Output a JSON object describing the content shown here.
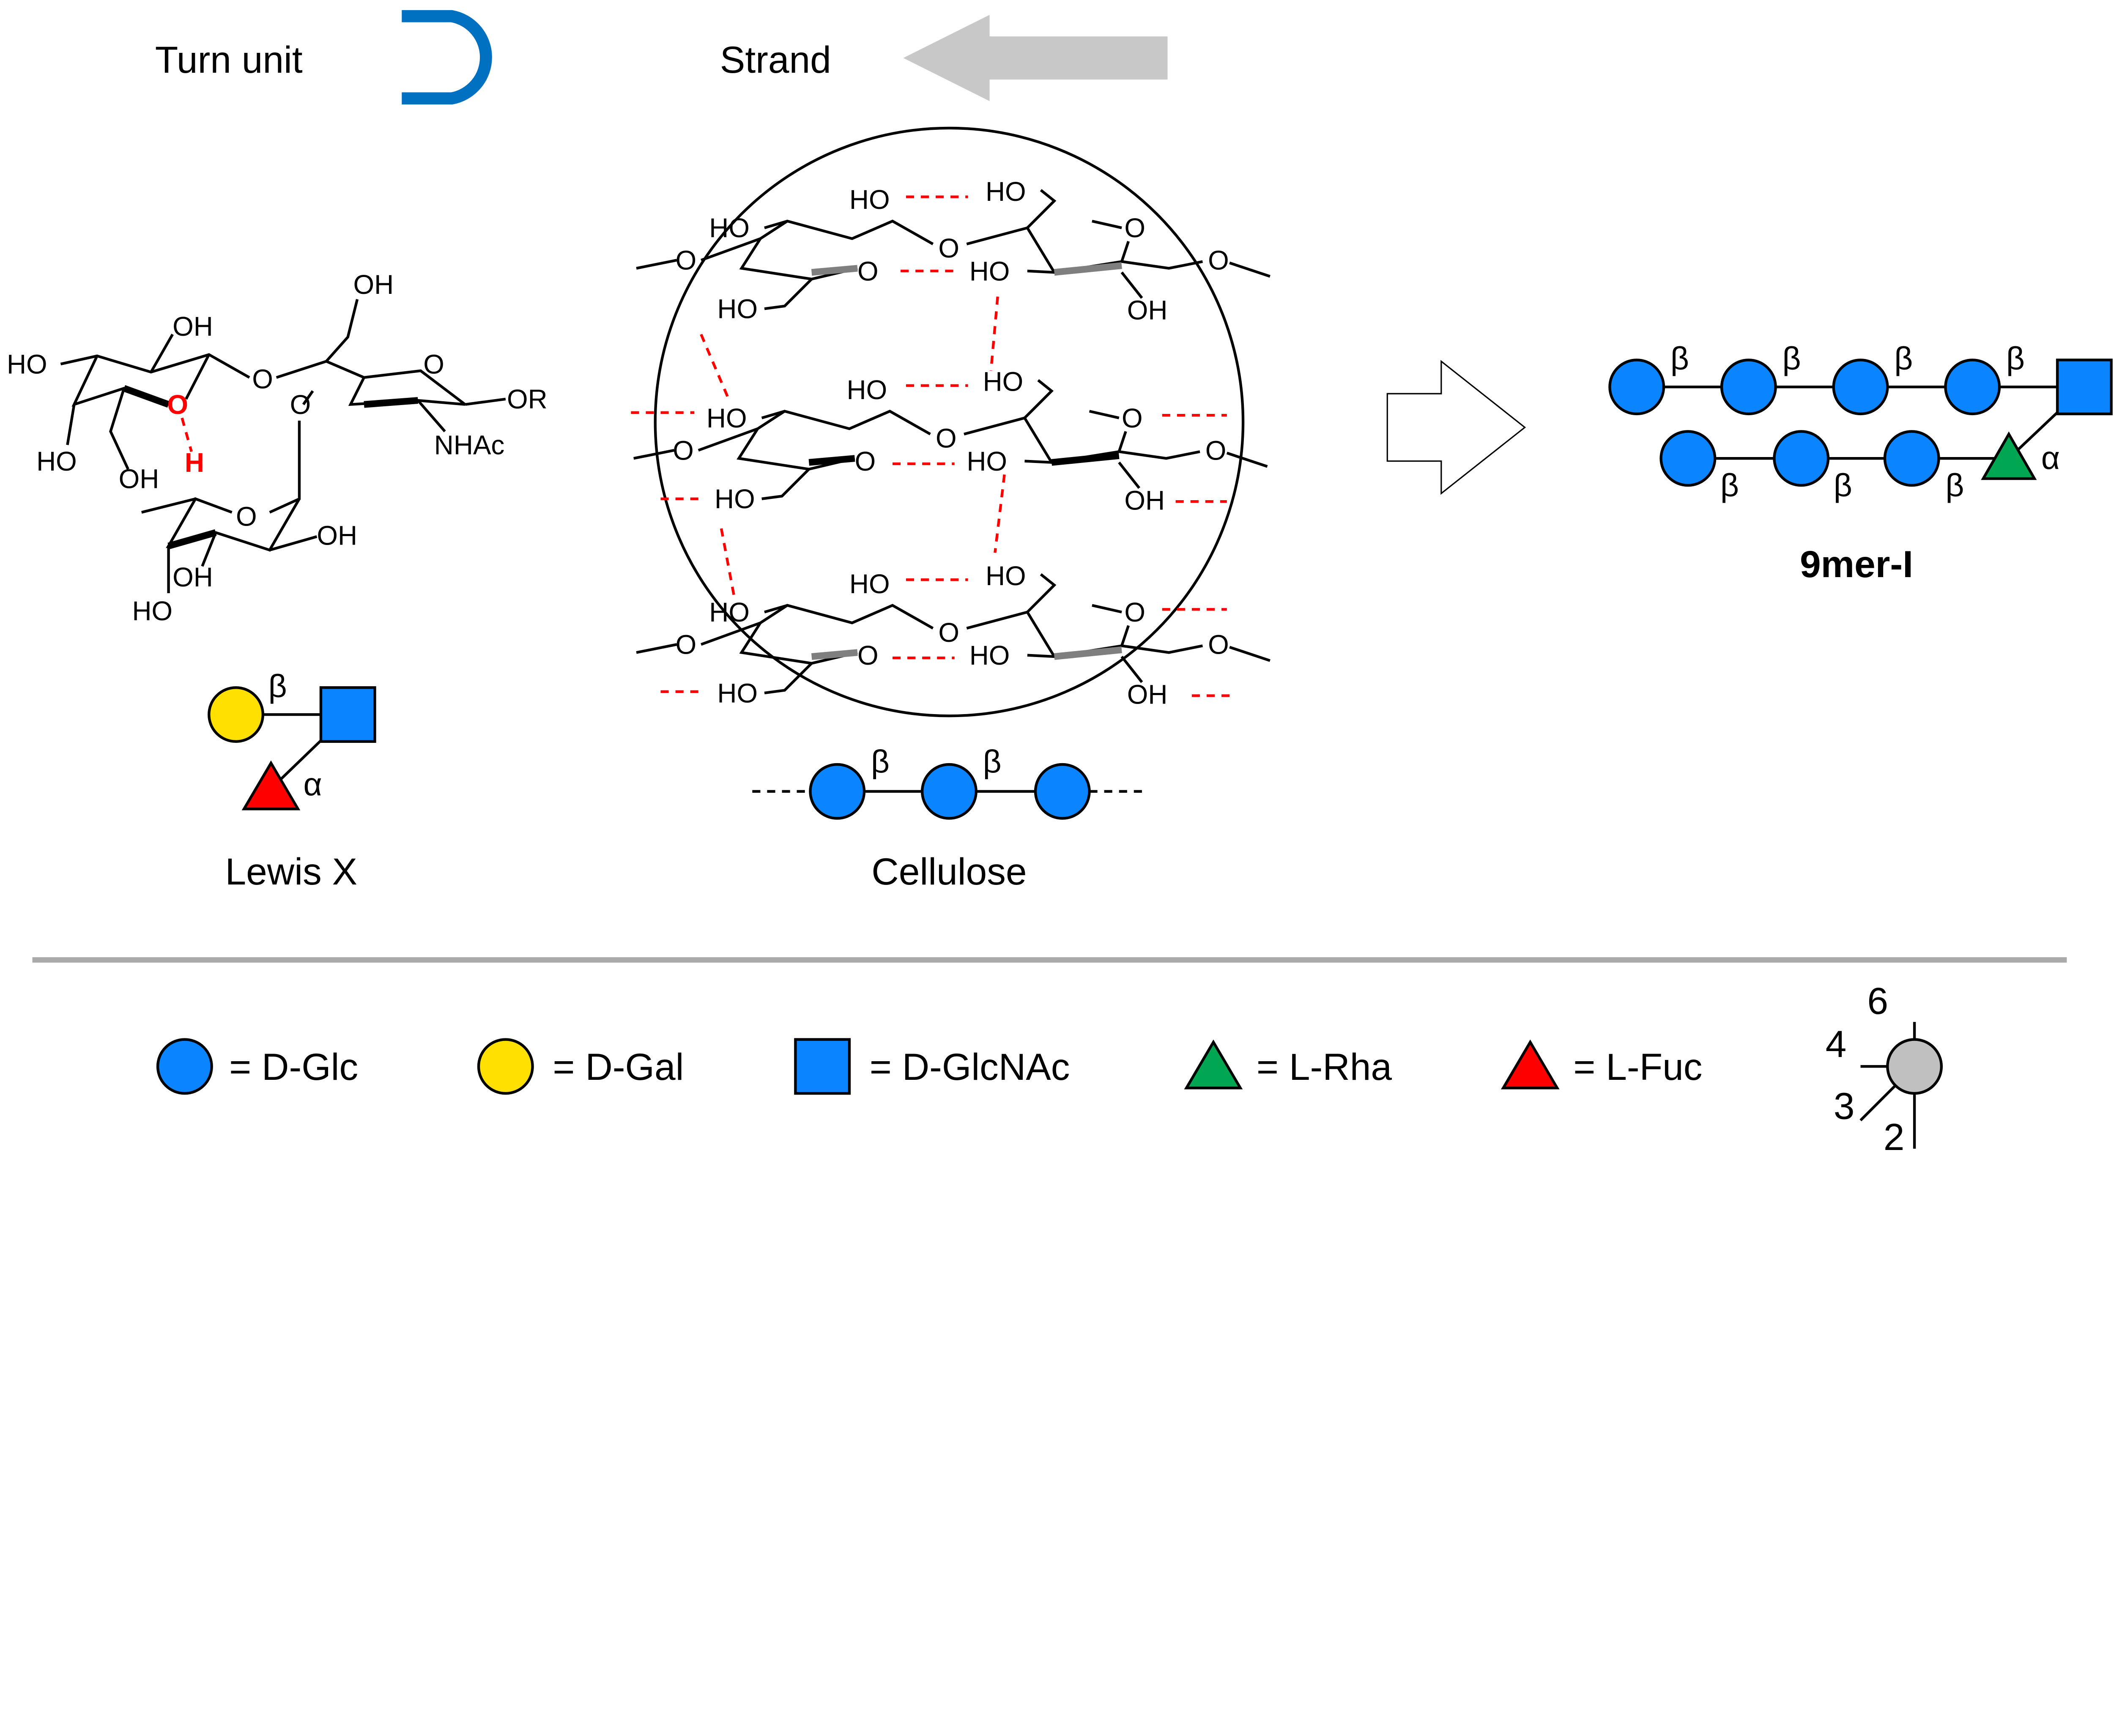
{
  "header": {
    "turn_unit_label": "Turn unit",
    "strand_label": "Strand"
  },
  "colors": {
    "glc": "#0a84ff",
    "gal": "#ffe000",
    "glcnac": "#0a84ff",
    "rha": "#00a651",
    "fuc": "#ff0000",
    "generic": "#c0c0c0",
    "turn": "#0070c0",
    "strand": "#c8c8c8",
    "hbond": "#ff0000"
  },
  "lewis_x": {
    "title": "Lewis X",
    "atoms": [
      "HO",
      "OH",
      "O",
      "OH",
      "O",
      "OR",
      "O",
      "O",
      "NHAc",
      "HO",
      "OH",
      "H",
      "O",
      "OH",
      "OH",
      "HO"
    ],
    "linkages": {
      "gal": "β",
      "fuc": "α"
    }
  },
  "cellulose": {
    "title": "Cellulose",
    "row_atoms": {
      "ho1": "HO",
      "ho2": "HO",
      "ho3": "HO",
      "o_ring1": "O",
      "o_link": "O",
      "o_ring2": "O",
      "ho4": "HO",
      "oh1": "OH",
      "ho5": "HO",
      "o_left": "O",
      "o_right": "O"
    },
    "linkages": [
      "β",
      "β"
    ]
  },
  "nine_mer": {
    "title": "9mer-I",
    "top_linkages": [
      "β",
      "β",
      "β",
      "β"
    ],
    "bottom_linkages": [
      "β",
      "β",
      "β"
    ],
    "rha_linkage": "α"
  },
  "legend": {
    "items": [
      {
        "label": "= D-Glc"
      },
      {
        "label": "= D-Gal"
      },
      {
        "label": "= D-GlcNAc"
      },
      {
        "label": "= L-Rha"
      },
      {
        "label": "= L-Fuc"
      }
    ],
    "positions": [
      "6",
      "4",
      "3",
      "2"
    ]
  }
}
